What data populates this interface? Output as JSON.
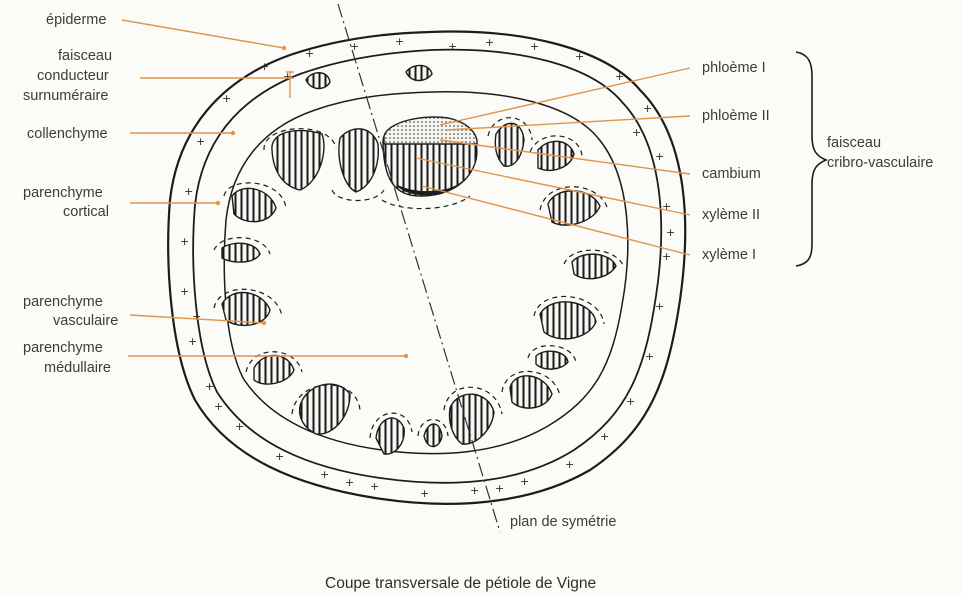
{
  "caption": "Coupe transversale de pétiole de Vigne",
  "labels_left": {
    "epiderme": "épiderme",
    "faisceau_surnumeraire": [
      "faisceau",
      "conducteur",
      "surnuméraire"
    ],
    "collenchyme": "collenchyme",
    "parenchyme_cortical": [
      "parenchyme",
      "cortical"
    ],
    "parenchyme_vasculaire": [
      "parenchyme",
      "vasculaire"
    ],
    "parenchyme_medullaire": [
      "parenchyme",
      "médullaire"
    ]
  },
  "labels_right": {
    "phloeme_1": "phloème I",
    "phloeme_2": "phloème II",
    "cambium": "cambium",
    "xyleme_2": "xylème II",
    "xyleme_1": "xylème I"
  },
  "group_label": [
    "faisceau",
    "cribro-vasculaire"
  ],
  "symmetry_label": "plan de symétrie",
  "colors": {
    "leader_line": "#e0954a",
    "ink": "#1c1c1c",
    "background": "#fbfbf8"
  }
}
